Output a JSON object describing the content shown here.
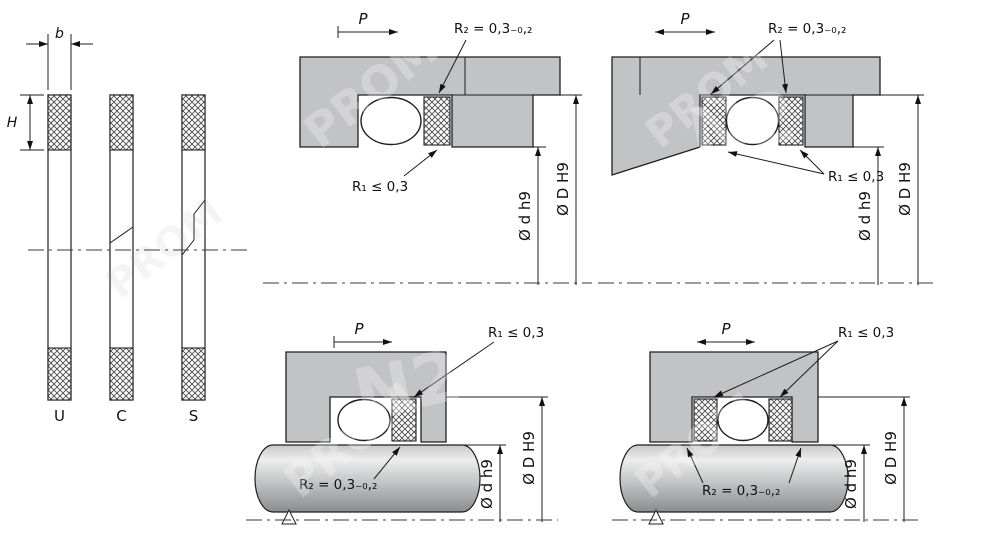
{
  "profile_section": {
    "width_label": "b",
    "height_label": "H",
    "profiles": [
      {
        "label": "U"
      },
      {
        "label": "C"
      },
      {
        "label": "S"
      }
    ]
  },
  "labels": {
    "pressure": "P",
    "r1": "R₁ ≤ 0,3",
    "r2": "R₂ = 0,3₋₀,₂",
    "dim_d": "Ø d h9",
    "dim_D": "Ø D H9"
  },
  "watermark": {
    "text": "PROM",
    "logo": "N2"
  },
  "colors": {
    "metal": "#c2c3c5",
    "line": "#1c1c1c"
  }
}
